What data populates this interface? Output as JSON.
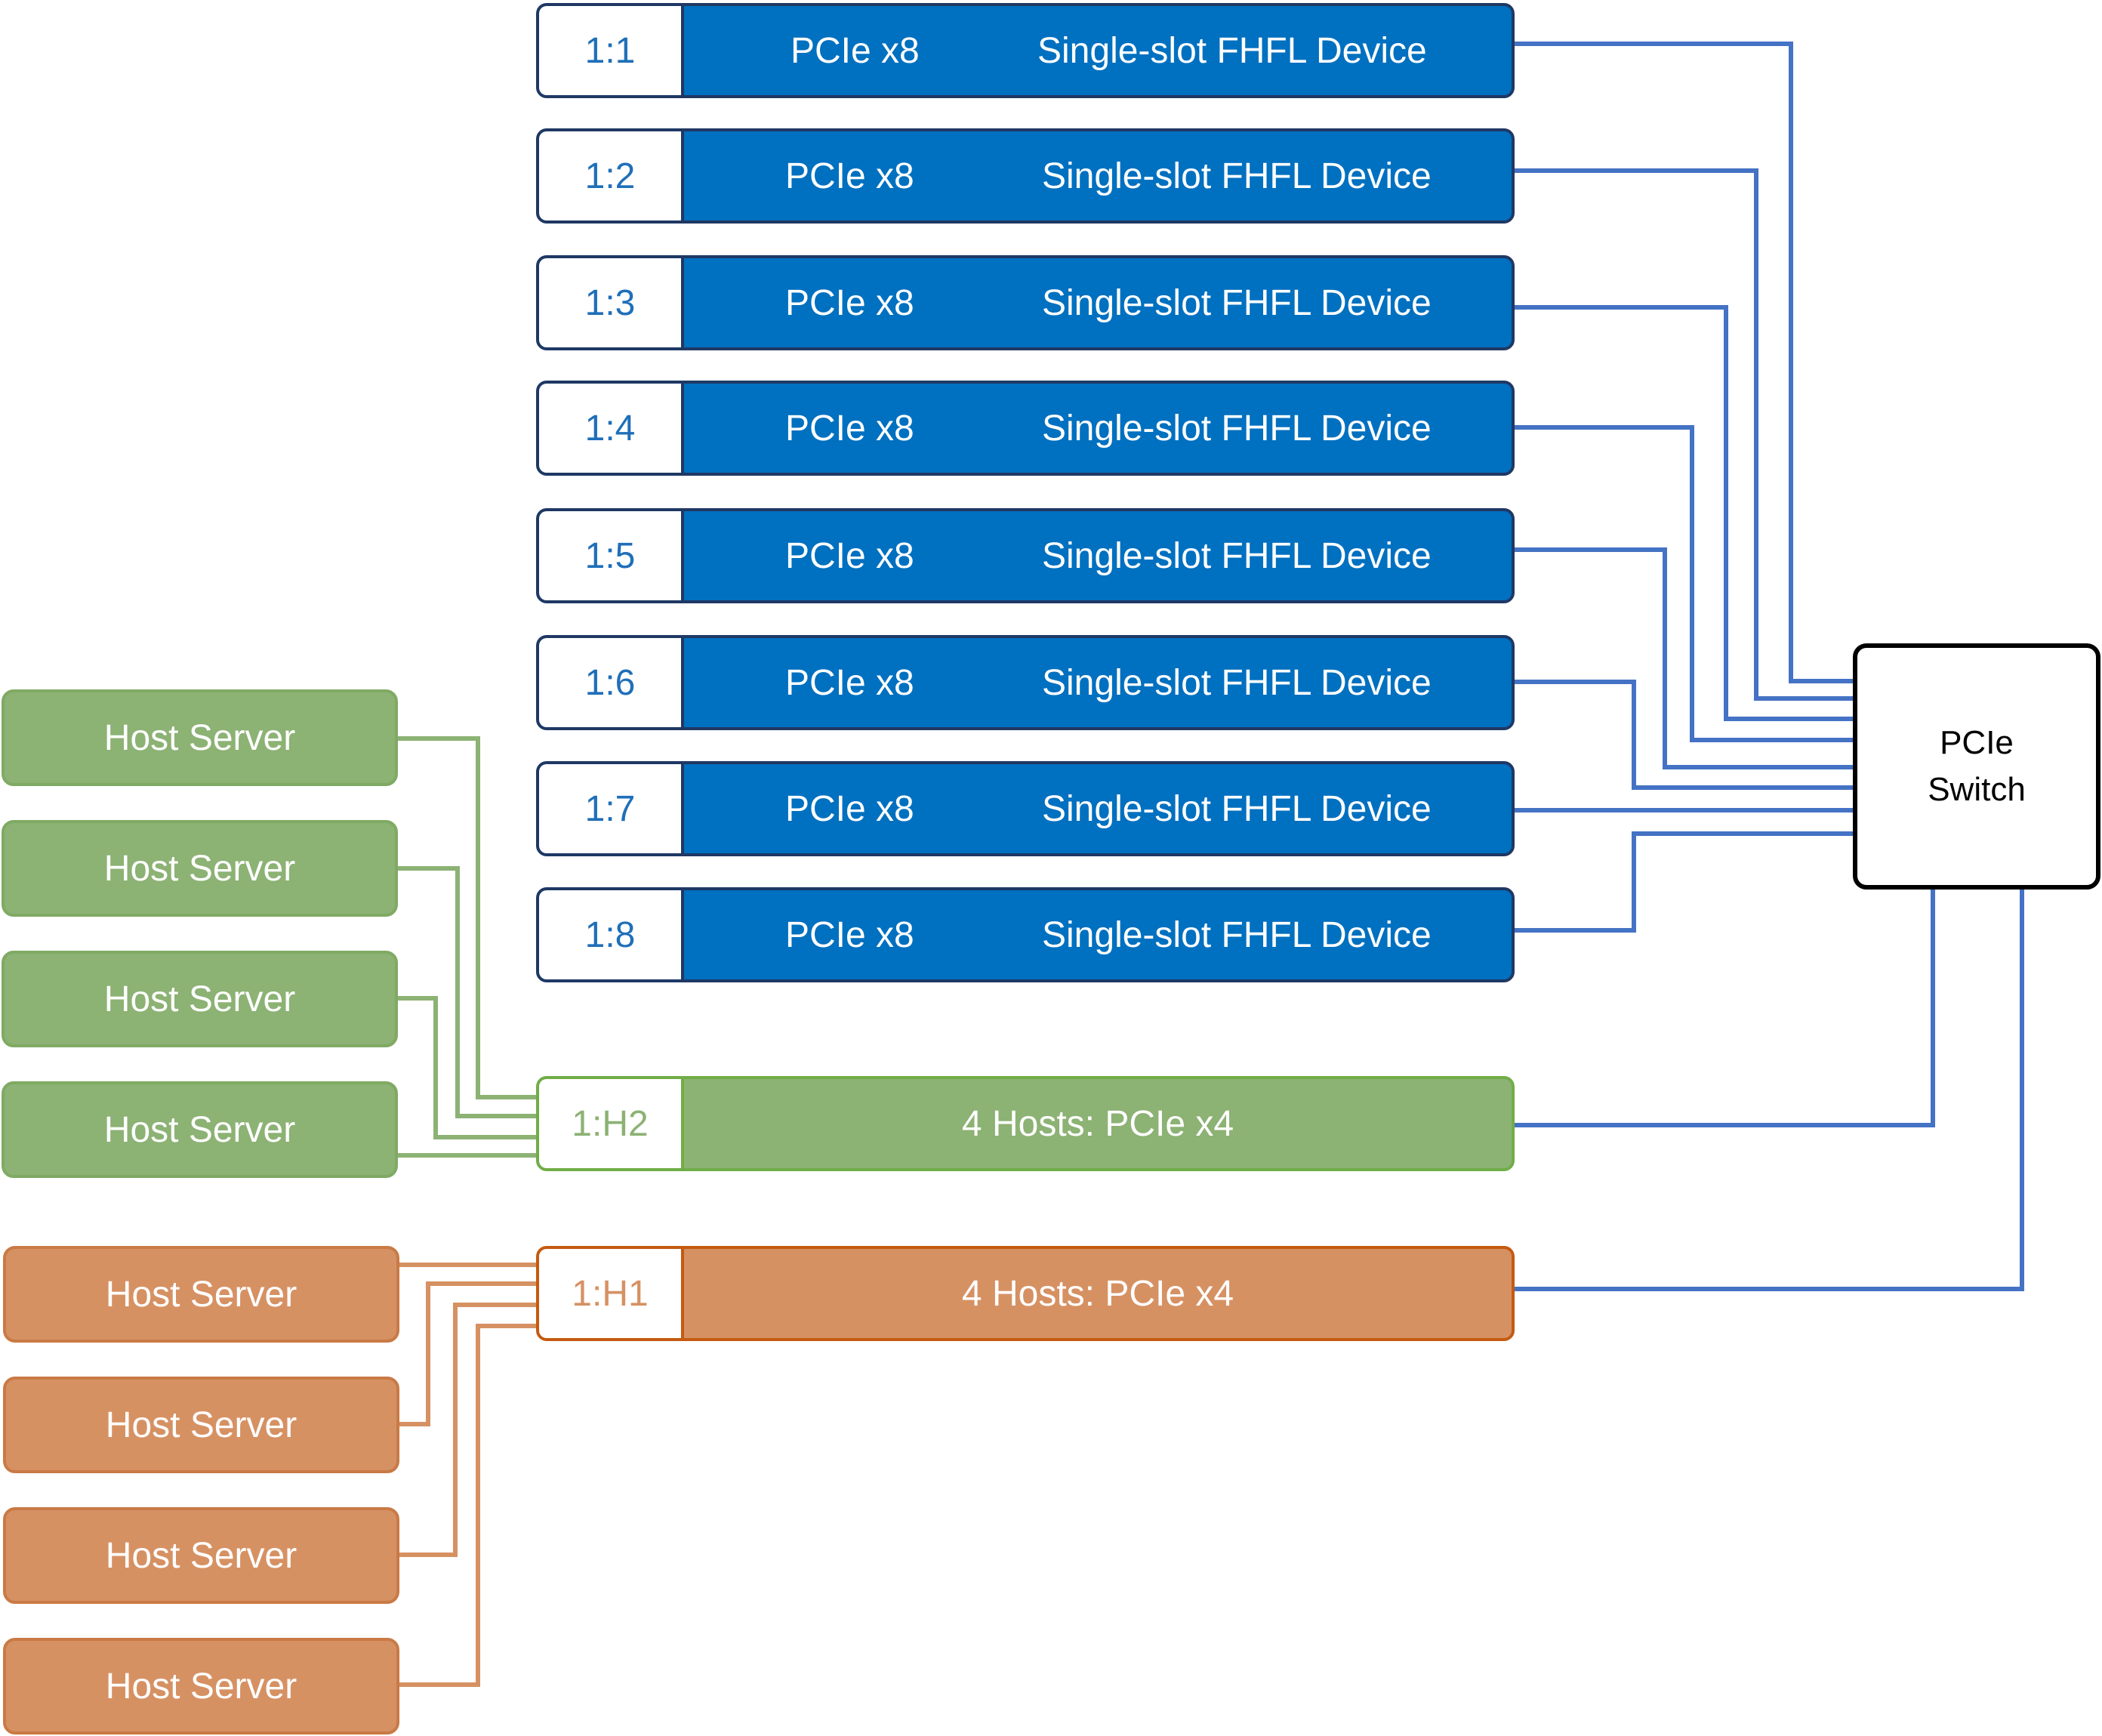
{
  "colors": {
    "blue": "#0070c0",
    "green": "#8cb274",
    "orange": "#d69163",
    "wire_blue": "#4472c4",
    "wire_green": "#8cb274",
    "wire_orange": "#d69163"
  },
  "device_slots": [
    {
      "id": "1:1",
      "link": "PCIe x8",
      "device": "Single-slot FHFL Device"
    },
    {
      "id": "1:2",
      "link": "PCIe x8",
      "device": "Single-slot FHFL Device"
    },
    {
      "id": "1:3",
      "link": "PCIe x8",
      "device": "Single-slot FHFL Device"
    },
    {
      "id": "1:4",
      "link": "PCIe x8",
      "device": "Single-slot FHFL Device"
    },
    {
      "id": "1:5",
      "link": "PCIe x8",
      "device": "Single-slot FHFL Device"
    },
    {
      "id": "1:6",
      "link": "PCIe x8",
      "device": "Single-slot FHFL Device"
    },
    {
      "id": "1:7",
      "link": "PCIe x8",
      "device": "Single-slot FHFL Device"
    },
    {
      "id": "1:8",
      "link": "PCIe x8",
      "device": "Single-slot FHFL Device"
    }
  ],
  "host_slots": [
    {
      "id": "1:H2",
      "label": "4 Hosts: PCIe x4"
    },
    {
      "id": "1:H1",
      "label": "4 Hosts: PCIe x4"
    }
  ],
  "green_hosts": [
    "Host Server",
    "Host Server",
    "Host Server",
    "Host Server"
  ],
  "orange_hosts": [
    "Host Server",
    "Host Server",
    "Host Server",
    "Host Server"
  ],
  "switch": {
    "line1": "PCIe",
    "line2": "Switch"
  }
}
